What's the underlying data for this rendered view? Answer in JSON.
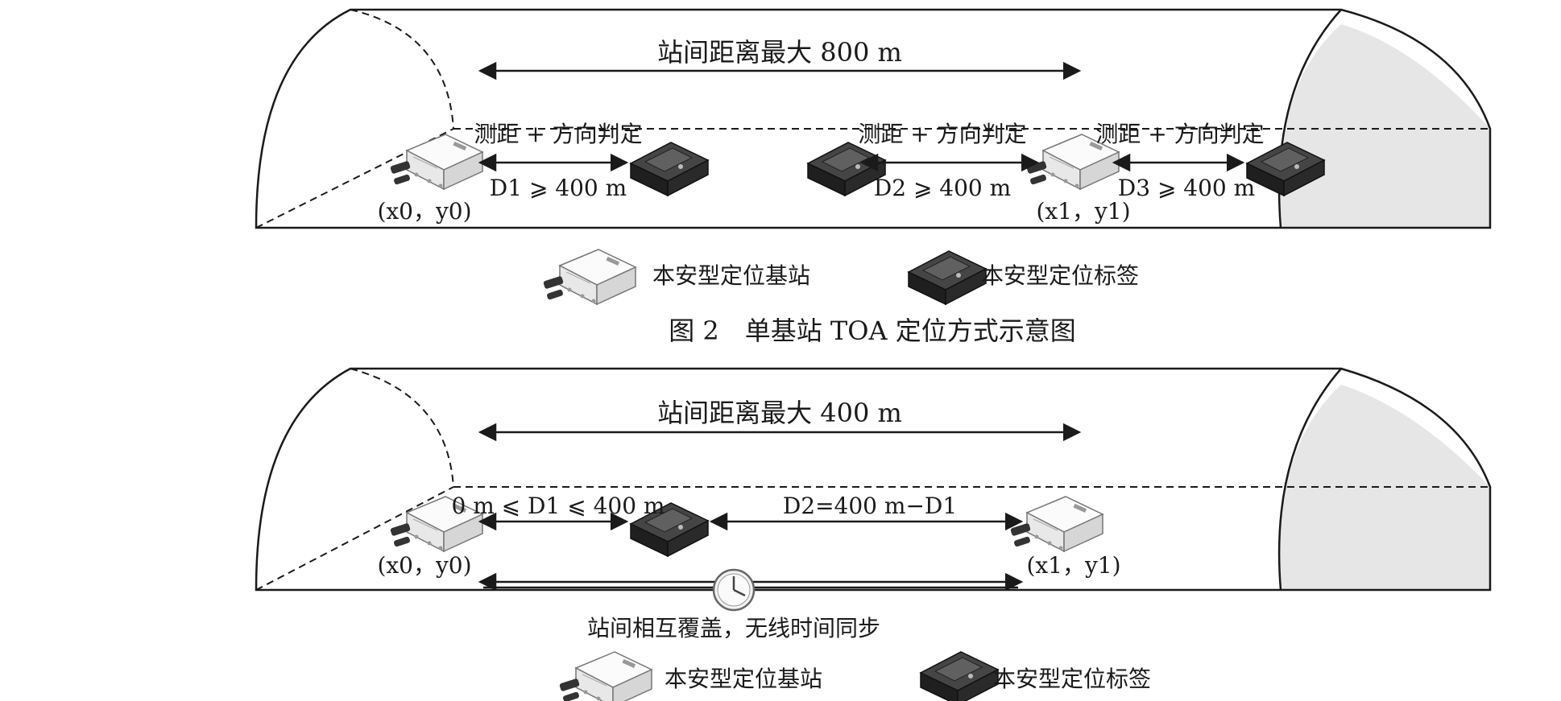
{
  "figure1": {
    "max_distance_label": "站间距离最大 800 m",
    "ranging_label_1": "测距 + 方向判定",
    "ranging_label_2": "测距 + 方向判定",
    "ranging_label_3": "测距 + 方向判定",
    "d1_label": "D1 ⩾ 400 m",
    "d2_label": "D2 ⩾ 400 m",
    "d3_label": "D3 ⩾ 400 m",
    "station_a_coord": "(x0，y0)",
    "station_b_coord": "(x1，y1)",
    "legend_station": "本安型定位基站",
    "legend_tag": "本安型定位标签",
    "caption": "图 2　单基站 TOA 定位方式示意图"
  },
  "figure2": {
    "max_distance_label": "站间距离最大 400 m",
    "d1_label": "0 m ⩽ D1 ⩽ 400 m",
    "d2_label": "D2=400 m−D1",
    "station_a_coord": "(x0，y0)",
    "station_b_coord": "(x1，y1)",
    "sync_label": "站间相互覆盖，无线时间同步",
    "legend_station": "本安型定位基站",
    "legend_tag": "本安型定位标签"
  },
  "icons": {
    "station": "base-station-icon",
    "tag": "positioning-tag-icon",
    "clock": "clock-icon"
  },
  "colors": {
    "line": "#1a1a1a",
    "tunnel_end_fill": "#e6e6e6",
    "tag_body": "#2c2c2c",
    "station_body": "#f4f4f4"
  }
}
